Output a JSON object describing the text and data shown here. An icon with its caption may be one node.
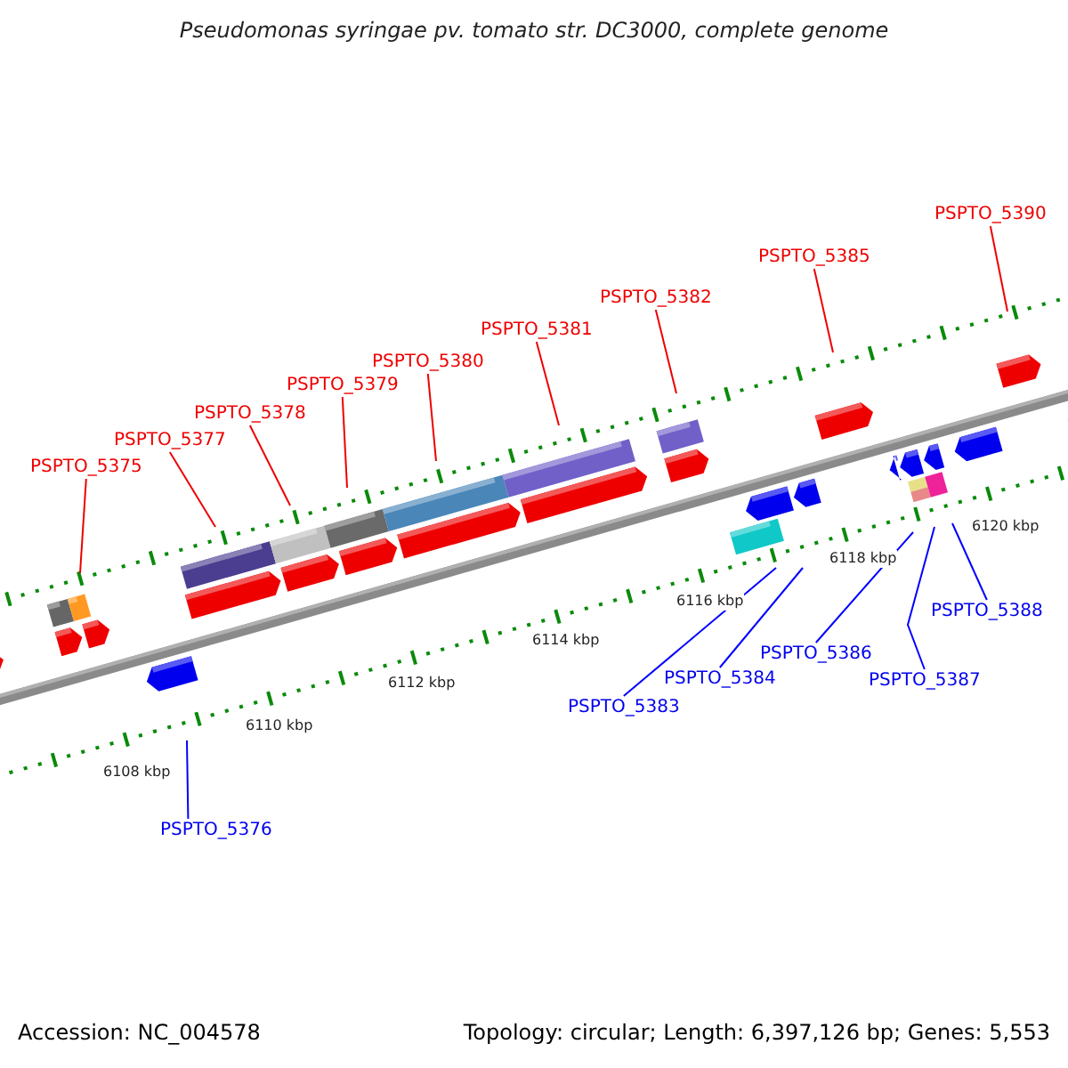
{
  "diagram": {
    "title": "Pseudomonas syringae pv. tomato str. DC3000, complete genome",
    "nodes": [
      {
        "text": [
          "PSPTO_5375"
        ]
      },
      {
        "text": [
          "PSPTO_5377"
        ]
      },
      {
        "text": [
          "PSPTO_5378"
        ]
      },
      {
        "text": [
          "PSPTO_5379"
        ]
      },
      {
        "text": [
          "PSPTO_5380"
        ]
      },
      {
        "text": [
          "PSPTO_5381"
        ]
      },
      {
        "text": [
          "PSPTO_5382"
        ]
      },
      {
        "text": [
          "PSPTO_5385"
        ]
      },
      {
        "text": [
          "PSPTO_5390"
        ]
      },
      {
        "text": [
          "PSPTO_5376"
        ]
      },
      {
        "text": [
          "PSPTO_5383"
        ]
      },
      {
        "text": [
          "PSPTO_5384"
        ]
      },
      {
        "text": [
          "PSPTO_5386"
        ]
      },
      {
        "text": [
          "PSPTO_5387"
        ]
      },
      {
        "text": [
          "PSPTO_5388"
        ]
      }
    ],
    "edges": [
      {
        "from": 0,
        "to": null,
        "arrow": "none"
      },
      {
        "from": 1,
        "to": null,
        "arrow": "none"
      },
      {
        "from": 2,
        "to": null,
        "arrow": "none"
      },
      {
        "from": 3,
        "to": null,
        "arrow": "none"
      },
      {
        "from": 4,
        "to": null,
        "arrow": "none"
      },
      {
        "from": 5,
        "to": null,
        "arrow": "none"
      },
      {
        "from": 6,
        "to": null,
        "arrow": "none"
      },
      {
        "from": 7,
        "to": null,
        "arrow": "none"
      },
      {
        "from": 8,
        "to": null,
        "arrow": "none"
      },
      {
        "from": 9,
        "to": null,
        "arrow": "none",
        "color": "#0000ff"
      },
      {
        "from": 10,
        "to": null,
        "arrow": "none",
        "color": "#0000ff"
      },
      {
        "from": 11,
        "to": null,
        "arrow": "none",
        "color": "#0000ff"
      },
      {
        "from": 12,
        "to": null,
        "arrow": "none",
        "color": "#0000ff"
      },
      {
        "from": 13,
        "to": null,
        "arrow": "none",
        "color": "#0000ff"
      },
      {
        "from": 14,
        "to": null,
        "arrow": "none",
        "color": "#0000ff"
      }
    ],
    "labels": [
      "6108 kbp",
      "6110 kbp",
      "6112 kbp",
      "6114 kbp",
      "6116 kbp",
      "6118 kbp",
      "6120 kbp",
      "Accession: NC_004578",
      "Topology: circular; Length: 6,397,126 bp; Genes: 5,553"
    ]
  }
}
